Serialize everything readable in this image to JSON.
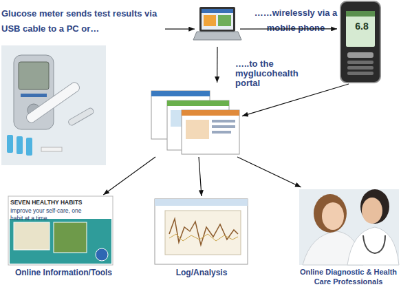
{
  "diagram": {
    "nodes": [
      {
        "text": [
          "Glucose meter sends test results via USB cable to a PC or…"
        ]
      },
      {
        "text": []
      },
      {
        "text": [
          "6.8"
        ]
      },
      {
        "text": []
      },
      {
        "text": [
          "SEVEN HEALTHY HABITS",
          "Improve your self-care, one habit at a time.",
          "Online Information/Tools"
        ]
      },
      {
        "text": [
          "Log/Analysis"
        ]
      },
      {
        "text": [
          "Online Diagnostic & Health Care Professionals"
        ]
      }
    ],
    "edges": [
      {
        "from": 0,
        "to": 1,
        "arrow": "to"
      },
      {
        "from": 1,
        "to": 2,
        "label": "……wirelessly via a mobile phone",
        "arrow": "to"
      },
      {
        "from": 1,
        "to": 3,
        "label": "…..to the myglucohealth portal",
        "arrow": "to"
      },
      {
        "from": 2,
        "to": 3,
        "arrow": "to"
      },
      {
        "from": 3,
        "to": 4,
        "arrow": "to"
      },
      {
        "from": 3,
        "to": 5,
        "arrow": "to"
      },
      {
        "from": 3,
        "to": 6,
        "arrow": "to"
      }
    ]
  }
}
